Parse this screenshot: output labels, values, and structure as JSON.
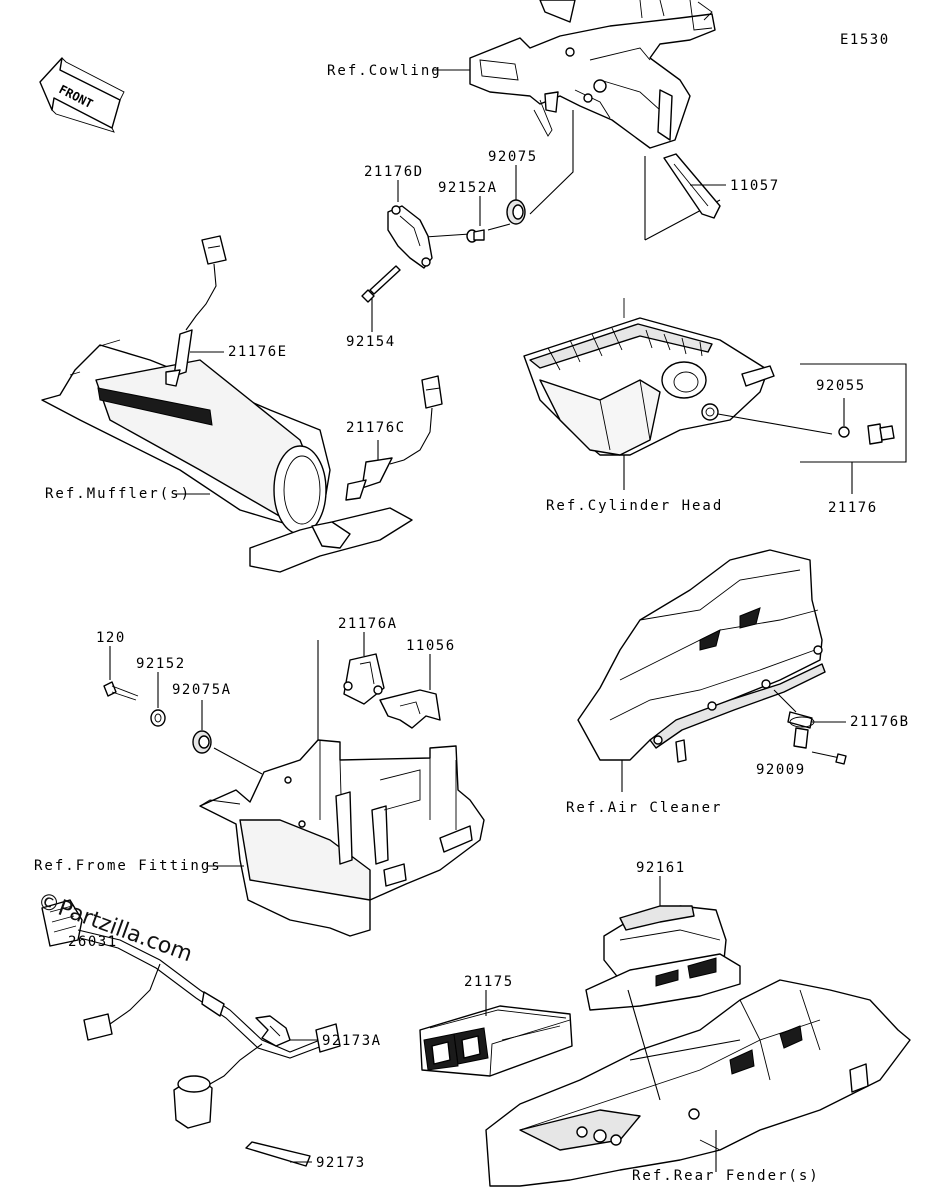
{
  "diagram_code": "E1530",
  "front_arrow_label": "FRONT",
  "watermark": "©Partzilla.com",
  "part_labels": {
    "p21176D": "21176D",
    "p92075": "92075",
    "p92152A": "92152A",
    "p11057": "11057",
    "p92154": "92154",
    "p21176E": "21176E",
    "p21176C": "21176C",
    "p92055": "92055",
    "p21176": "21176",
    "p120": "120",
    "p92152": "92152",
    "p92075A": "92075A",
    "p21176A": "21176A",
    "p11056": "11056",
    "p21176B": "21176B",
    "p92009": "92009",
    "p26031": "26031",
    "p92161": "92161",
    "p21175": "21175",
    "p92173A": "92173A",
    "p92173": "92173"
  },
  "reference_labels": {
    "cowling": "Ref.Cowling",
    "mufflers": "Ref.Muffler(s)",
    "cylinder_head": "Ref.Cylinder Head",
    "air_cleaner": "Ref.Air Cleaner",
    "frame_fittings": "Ref.Frome Fittings",
    "rear_fender": "Ref.Rear Fender(s)"
  }
}
